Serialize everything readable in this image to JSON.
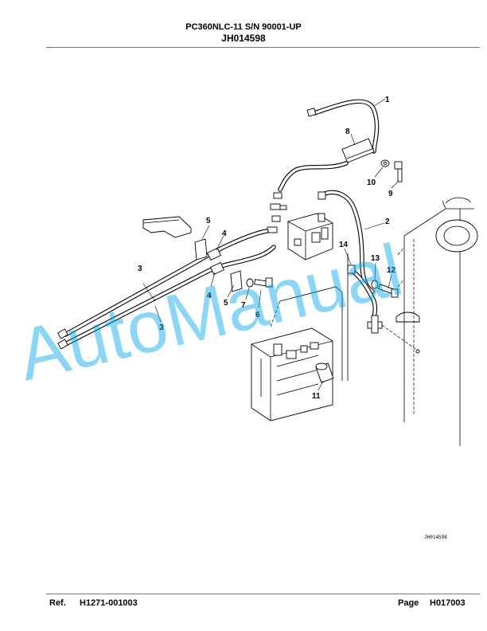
{
  "header": {
    "title": "PC360NLC-11 S/N 90001-UP",
    "subtitle": "JH014598"
  },
  "diagram": {
    "drawing_id": "JH014598",
    "watermark": "AutoManual",
    "callouts": [
      "1",
      "2",
      "3",
      "3",
      "4",
      "4",
      "5",
      "5",
      "6",
      "7",
      "8",
      "9",
      "10",
      "11",
      "12",
      "13",
      "14"
    ]
  },
  "footer": {
    "ref_label": "Ref.",
    "ref_value": "H1271-001003",
    "page_label": "Page",
    "page_value": "H017003"
  }
}
